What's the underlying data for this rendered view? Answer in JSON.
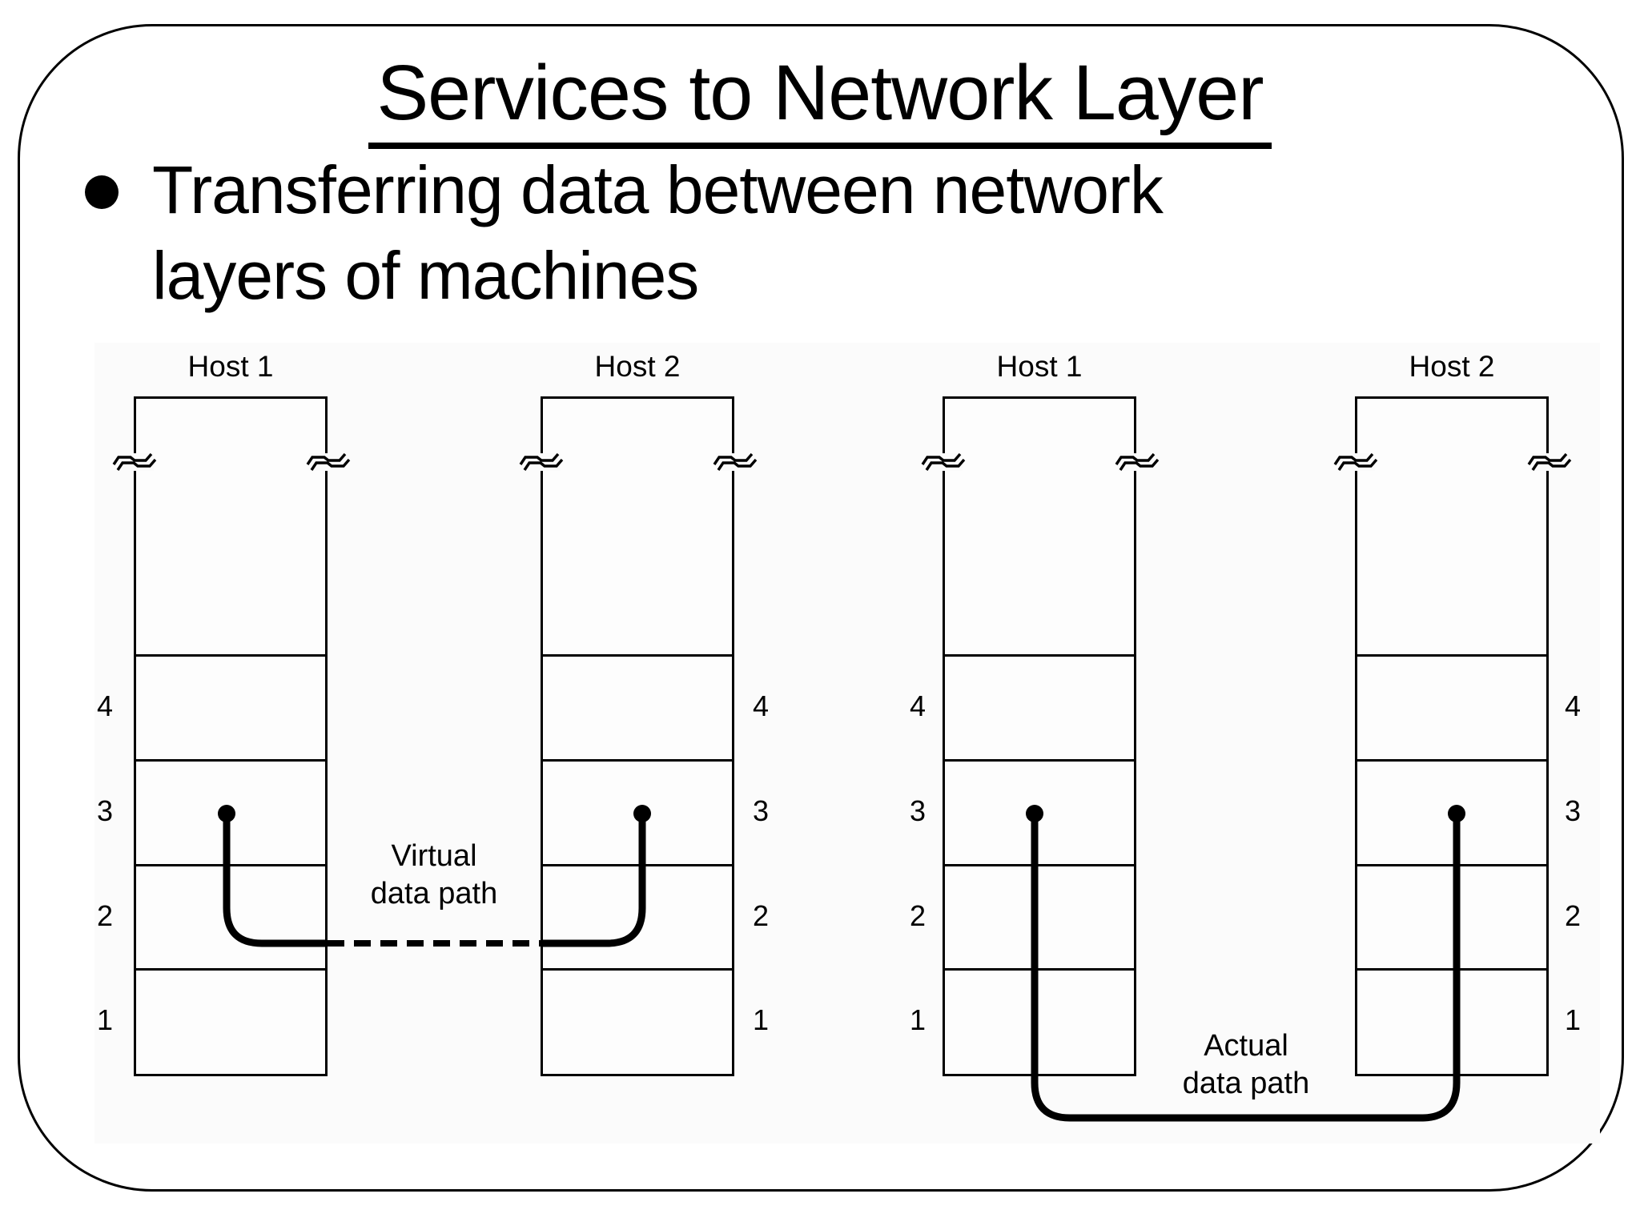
{
  "slide": {
    "title": "Services to Network Layer",
    "bullet": {
      "line1": "Transferring data between network",
      "line2": "layers of machines"
    }
  },
  "diagram": {
    "hosts": [
      {
        "label": "Host 1",
        "layers": [
          "4",
          "3",
          "2",
          "1"
        ]
      },
      {
        "label": "Host 2",
        "layers": [
          "4",
          "3",
          "2",
          "1"
        ]
      },
      {
        "label": "Host 1",
        "layers": [
          "4",
          "3",
          "2",
          "1"
        ]
      },
      {
        "label": "Host 2",
        "layers": [
          "4",
          "3",
          "2",
          "1"
        ]
      }
    ],
    "labels": {
      "virtual": {
        "line1": "Virtual",
        "line2": "data path"
      },
      "actual": {
        "line1": "Actual",
        "line2": "data path"
      }
    }
  },
  "colors": {
    "ink": "#000000",
    "slide_background": "#ffffff",
    "diagram_background": "#fbfbfb"
  }
}
